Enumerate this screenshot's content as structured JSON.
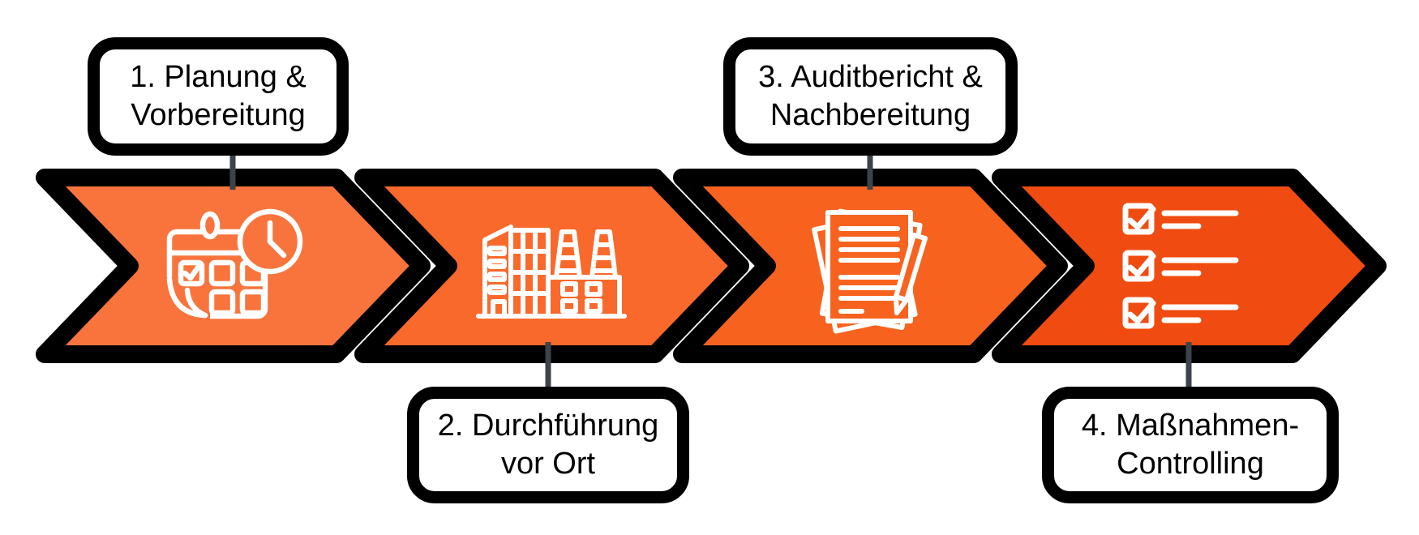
{
  "diagram": {
    "background_color": "#ffffff",
    "outline_color": "#000000",
    "connector_color": "#3C434B",
    "icon_stroke_color": "#ffffff",
    "label_box_fill": "#ffffff",
    "label_text_color": "#000000",
    "steps": [
      {
        "label_line1": "1. Planung &",
        "label_line2": "Vorbereitung",
        "arrow_color": "#F9743C",
        "icon": "calendar-clock-icon",
        "label_position": "top"
      },
      {
        "label_line1": "2. Durchführung",
        "label_line2": "vor Ort",
        "arrow_color": "#F9692B",
        "icon": "factory-building-icon",
        "label_position": "bottom"
      },
      {
        "label_line1": "3. Auditbericht &",
        "label_line2": "Nachbereitung",
        "arrow_color": "#F7631F",
        "icon": "audit-report-pen-icon",
        "label_position": "top"
      },
      {
        "label_line1": "4. Maßnahmen-",
        "label_line2": "Controlling",
        "arrow_color": "#F04B10",
        "icon": "checklist-icon",
        "label_position": "bottom"
      }
    ]
  }
}
